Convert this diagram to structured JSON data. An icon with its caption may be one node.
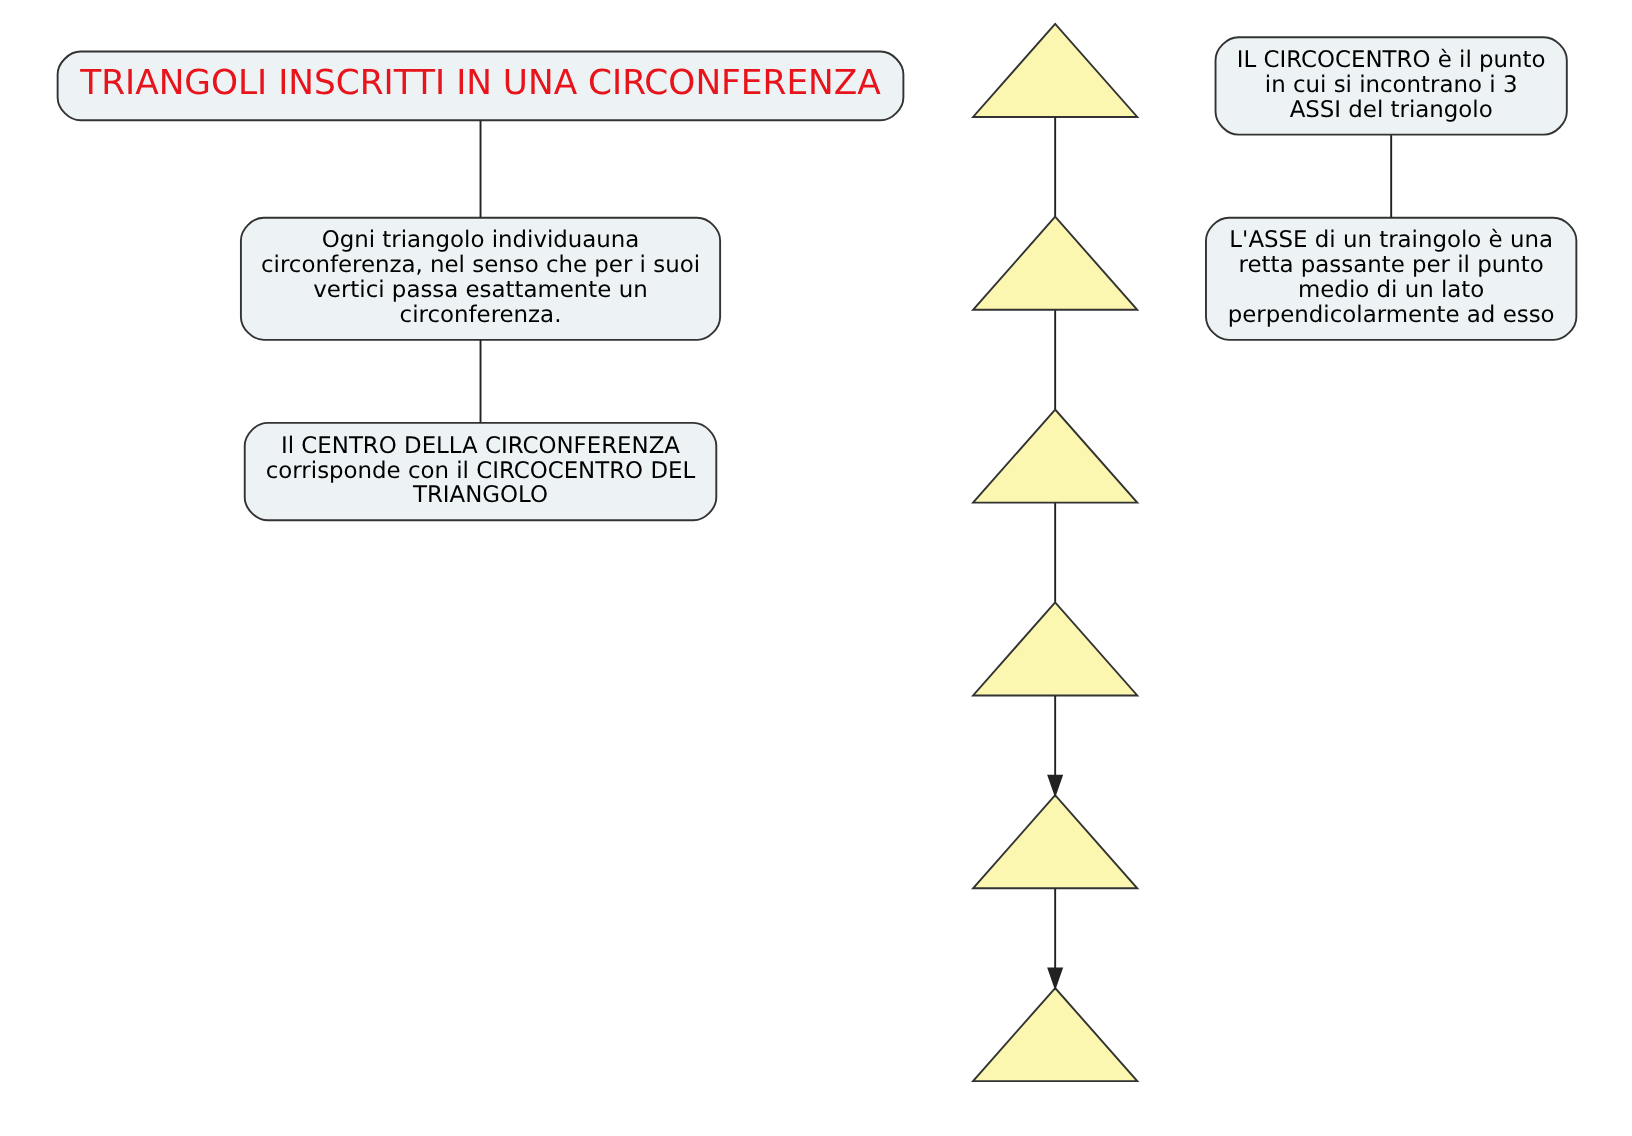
{
  "diagram": {
    "nodes": [
      {
        "text": [
          "TRIANGOLI INSCRITTI IN UNA CIRCONFERENZA"
        ]
      },
      {
        "text": [],
        "shape": "picture"
      },
      {
        "text": [
          "Ogni triangolo individuauna circonferenza, nel senso che per i suoi vertici passa esattamente un circonferenza."
        ]
      },
      {
        "text": [],
        "shape": "picture"
      },
      {
        "text": [],
        "shape": "picture"
      },
      {
        "text": [
          "Il CENTRO DELLA CIRCONFERENZA corrisponde con il CIRCOCENTRO DEL TRIANGOLO"
        ]
      },
      {
        "text": [
          "IL CIRCOCENTRO è il punto in cui si incontrano i 3 ASSI del triangolo"
        ]
      },
      {
        "text": [],
        "shape": "picture"
      },
      {
        "text": [
          "L'ASSE di un traingolo è una retta passante per il punto medio di un lato perpendicolarmente ad esso"
        ]
      },
      {
        "text": [],
        "shape": "picture"
      },
      {
        "text": [],
        "shape": "picture"
      }
    ],
    "edges": [
      {
        "from": 0,
        "to": 2,
        "arrow": "none"
      },
      {
        "from": 2,
        "to": 5,
        "arrow": "none"
      },
      {
        "from": 1,
        "to": 3,
        "arrow": "none"
      },
      {
        "from": 3,
        "to": 4,
        "arrow": "none"
      },
      {
        "from": 4,
        "to": 7,
        "arrow": "none"
      },
      {
        "from": 7,
        "to": 9,
        "arrow": "to"
      },
      {
        "from": 9,
        "to": 10,
        "arrow": "to"
      },
      {
        "from": 6,
        "to": 8,
        "arrow": "none"
      }
    ]
  }
}
